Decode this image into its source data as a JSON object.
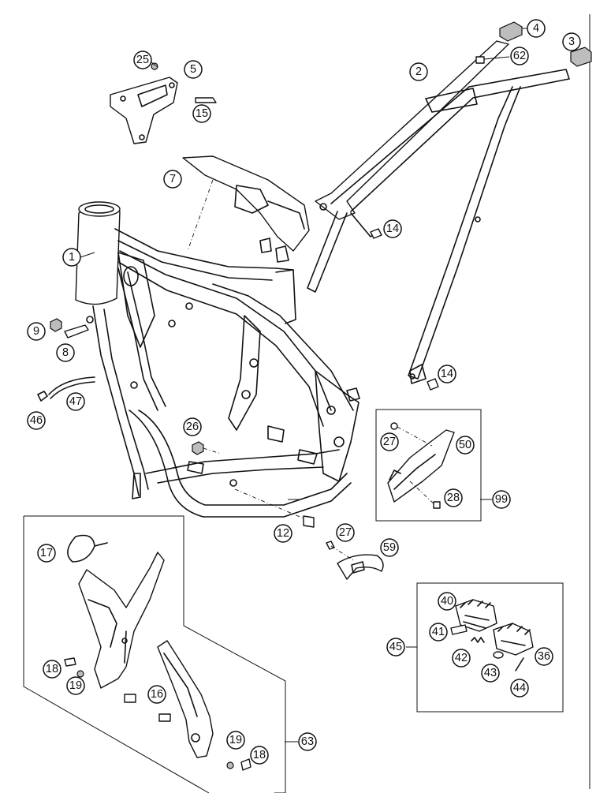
{
  "callouts": [
    "1",
    "2",
    "3",
    "4",
    "5",
    "7",
    "8",
    "9",
    "12",
    "14",
    "14",
    "15",
    "16",
    "17",
    "18",
    "18",
    "19",
    "19",
    "25",
    "26",
    "27",
    "27",
    "28",
    "36",
    "40",
    "41",
    "42",
    "43",
    "44",
    "45",
    "46",
    "47",
    "50",
    "59",
    "62",
    "63",
    "99"
  ]
}
